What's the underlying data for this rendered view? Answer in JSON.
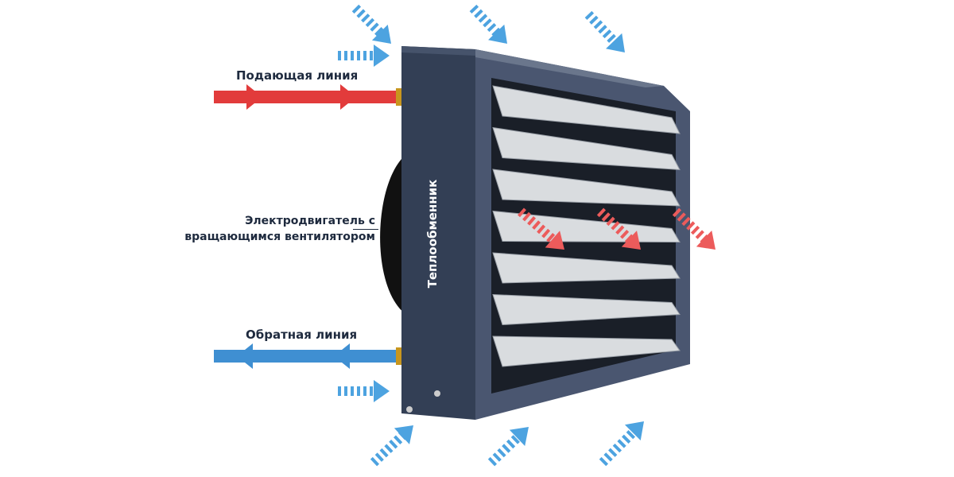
{
  "labels": {
    "supply_line": "Подающая линия",
    "motor_line1": "Электродвигатель с",
    "motor_line2": "вращающимся вентилятором",
    "return_line": "Обратная линия",
    "heat_exchanger": "Теплообменник"
  },
  "colors": {
    "supply": "#e23b3b",
    "return": "#3f8fd2",
    "cold_air": "#4da3e0",
    "hot_air": "#ec5b5b",
    "housing": "#333f55",
    "louvre": "#d9dcdf"
  }
}
